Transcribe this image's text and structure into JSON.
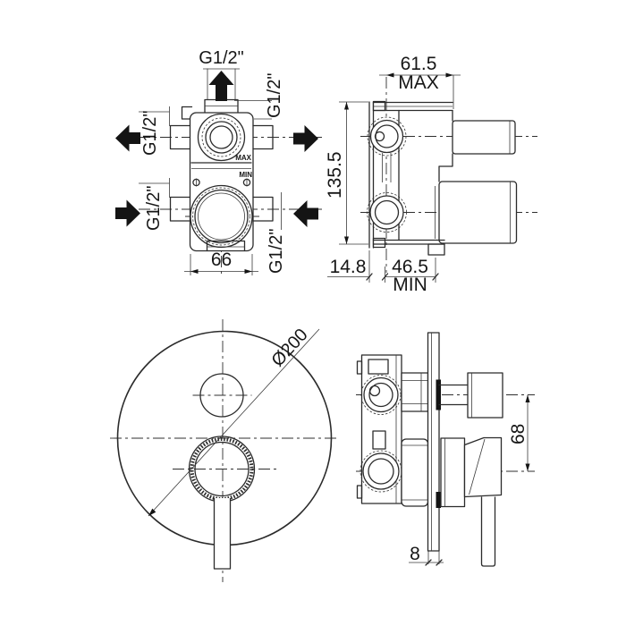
{
  "title": "Concealed shower mixer valve technical drawing",
  "views": {
    "front_rough": {
      "top_port_label": "G1/2\"",
      "right_top_port_label": "G1/2\"",
      "left_top_port_label": "G1/2\"",
      "left_bottom_port_label": "G1/2\"",
      "right_bottom_port_label": "G1/2\"",
      "body_max_label": "MAX",
      "body_min_label": "MIN",
      "body_width_dim": "66"
    },
    "side_rough": {
      "depth_max_dim": "61.5",
      "depth_max_label": "MAX",
      "height_dim": "135.5",
      "back_offset_dim": "14.8",
      "depth_min_dim": "46.5",
      "depth_min_label": "MIN"
    },
    "front_trim": {
      "plate_diameter_dim": "Ø200"
    },
    "side_trim": {
      "handle_distance_dim": "68",
      "plate_thickness_dim": "8"
    }
  },
  "colors": {
    "line": "#2b2b2b",
    "background": "#ffffff"
  }
}
